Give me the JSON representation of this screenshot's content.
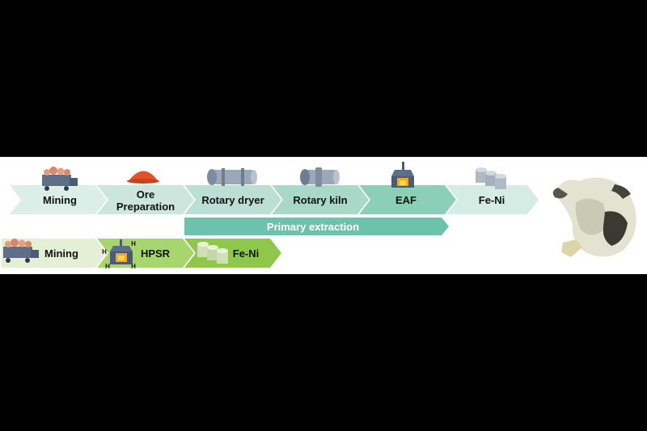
{
  "top_row": [
    {
      "label": "Mining",
      "icon": "ore-truck-icon",
      "color": "#dceee8"
    },
    {
      "label": "Ore\nPreparation",
      "icon": "ore-pile-icon",
      "color": "#cde6dd"
    },
    {
      "label": "Rotary dryer",
      "icon": "rotary-dryer-icon",
      "color": "#bcdfd3"
    },
    {
      "label": "Rotary kiln",
      "icon": "rotary-kiln-icon",
      "color": "#a9d8c8"
    },
    {
      "label": "EAF",
      "icon": "electric-arc-furnace-icon",
      "color": "#8ccfb9"
    },
    {
      "label": "Fe-Ni",
      "icon": "ferronickel-product-icon",
      "color": "#d5ece4"
    }
  ],
  "primary_bar": {
    "label": "Primary extraction",
    "color": "#6cc2aa"
  },
  "bottom_row": [
    {
      "label": "Mining",
      "icon": "ore-truck-icon",
      "color": "#e4f0d6"
    },
    {
      "label": "HPSR",
      "icon": "hydrogen-plasma-reactor-icon",
      "color": "#a8d66e"
    },
    {
      "label": "Fe-Ni",
      "icon": "ferronickel-product-icon",
      "color": "#8fc74a"
    }
  ],
  "hydrogen_symbol": "H",
  "sample_image": "broken-ferronickel-sample"
}
